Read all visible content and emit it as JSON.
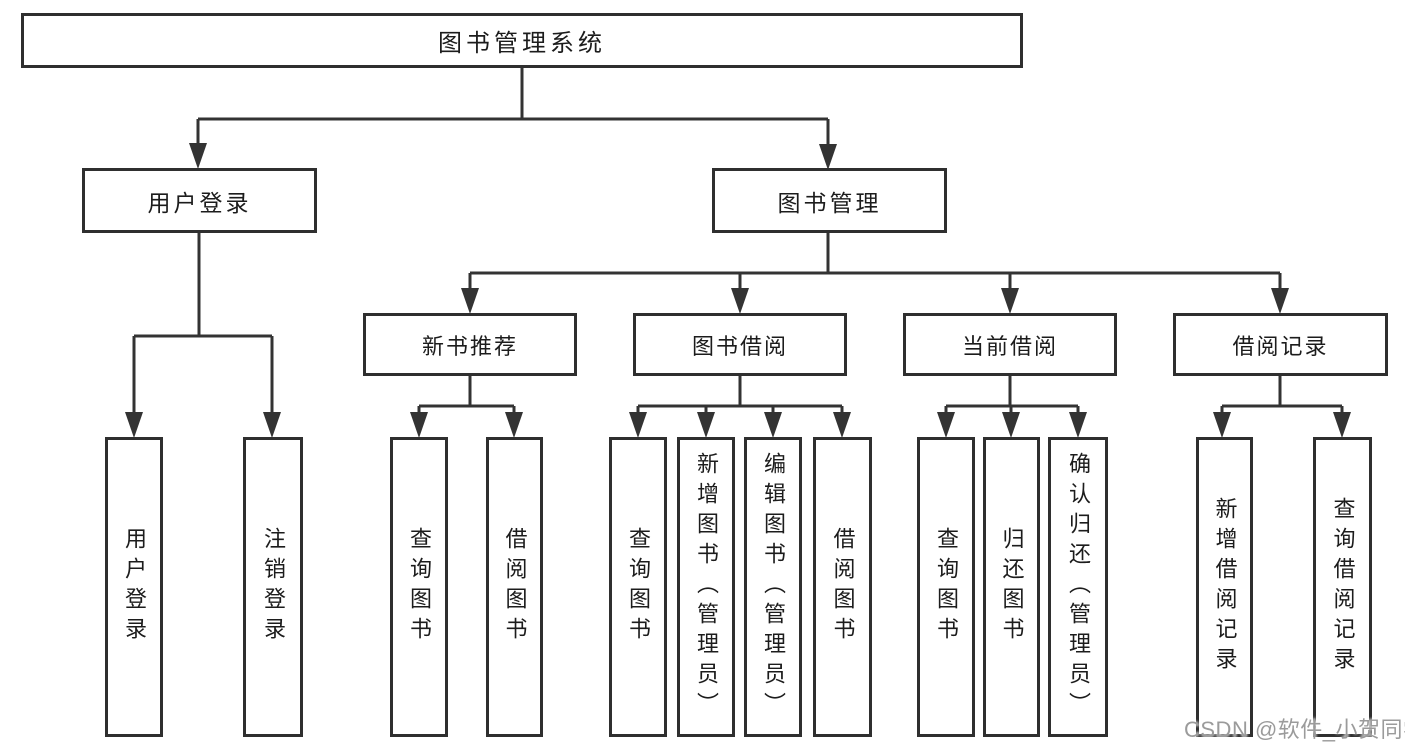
{
  "diagram": {
    "tree": {
      "label": "图书管理系统",
      "children": [
        {
          "label": "用户登录",
          "children": [
            {
              "label": "用户登录"
            },
            {
              "label": "注销登录"
            }
          ]
        },
        {
          "label": "图书管理",
          "children": [
            {
              "label": "新书推荐",
              "children": [
                {
                  "label": "查询图书"
                },
                {
                  "label": "借阅图书"
                }
              ]
            },
            {
              "label": "图书借阅",
              "children": [
                {
                  "label": "查询图书"
                },
                {
                  "label": "新增图书（管理员）"
                },
                {
                  "label": "编辑图书（管理员）"
                },
                {
                  "label": "借阅图书"
                }
              ]
            },
            {
              "label": "当前借阅",
              "children": [
                {
                  "label": "查询图书"
                },
                {
                  "label": "归还图书"
                },
                {
                  "label": "确认归还（管理员）"
                }
              ]
            },
            {
              "label": "借阅记录",
              "children": [
                {
                  "label": "新增借阅记录"
                },
                {
                  "label": "查询借阅记录"
                }
              ]
            }
          ]
        }
      ]
    }
  },
  "watermark": {
    "text": "CSDN @软件_小贺同学"
  },
  "colors": {
    "line": "#333333",
    "box_border": "#2f2f2f",
    "text": "#1c1c1c",
    "watermark": "#9b9b9b",
    "background": "#ffffff"
  }
}
